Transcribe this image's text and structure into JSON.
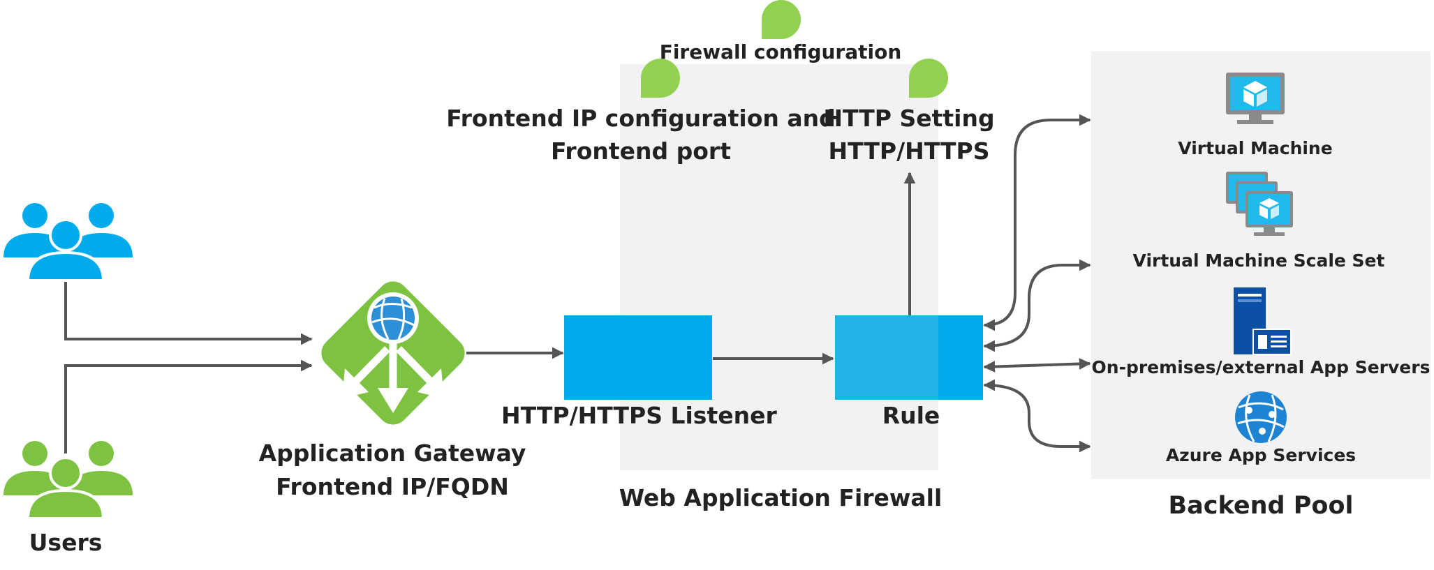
{
  "diagram": {
    "users_label": "Users",
    "gateway_label_line1": "Application Gateway",
    "gateway_label_line2": "Frontend IP/FQDN",
    "listener_label": "HTTP/HTTPS Listener",
    "rule_label": "Rule",
    "waf_label": "Web Application Firewall",
    "frontend_config_line1": "Frontend IP configuration and",
    "frontend_config_line2": "Frontend port",
    "firewall_config_label": "Firewall configuration",
    "http_setting_line1": "HTTP Setting",
    "http_setting_line2": "HTTP/HTTPS",
    "backend_pool_label": "Backend Pool",
    "backend_items": [
      "Virtual Machine",
      "Virtual Machine Scale Set",
      "On-premises/external App Servers",
      "Azure App Services"
    ],
    "icons": [
      "users-blue-icon",
      "users-green-icon",
      "application-gateway-icon",
      "callout-marker-icon",
      "virtual-machine-icon",
      "vm-scale-set-icon",
      "app-server-icon",
      "app-services-icon"
    ],
    "colors": {
      "azure_blue": "#00abec",
      "rule_blue": "#21b3e6",
      "green": "#7ec242",
      "callout_green": "#92d050",
      "arrow": "#555555",
      "panel": "#f2f2f2"
    }
  }
}
